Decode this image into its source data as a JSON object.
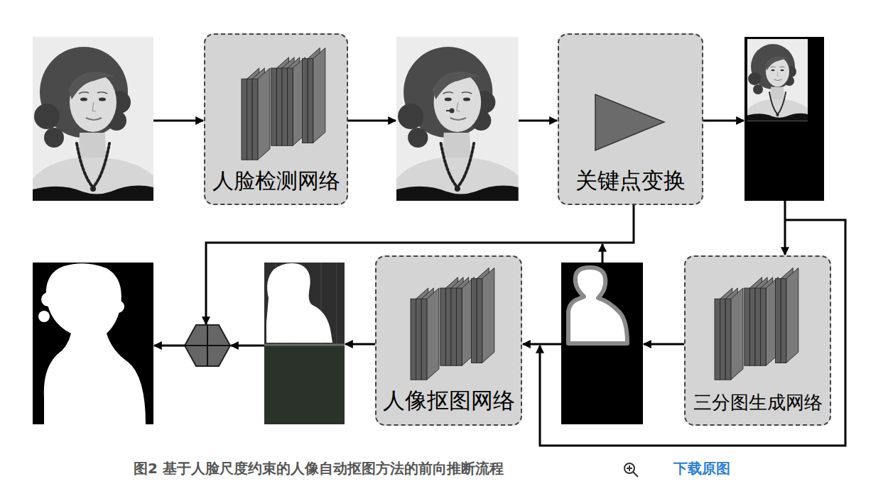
{
  "diagram": {
    "caption": "图2 基于人脸尺度约束的人像自动抠图方法的前向推断流程",
    "nodes": [
      {
        "text": [
          "人脸检测网络"
        ]
      },
      {
        "text": [
          "关键点变换"
        ]
      },
      {
        "text": [
          "人像抠图网络"
        ]
      },
      {
        "text": [
          "三分图生成网络"
        ]
      }
    ],
    "labels": [
      "下载原图"
    ]
  }
}
